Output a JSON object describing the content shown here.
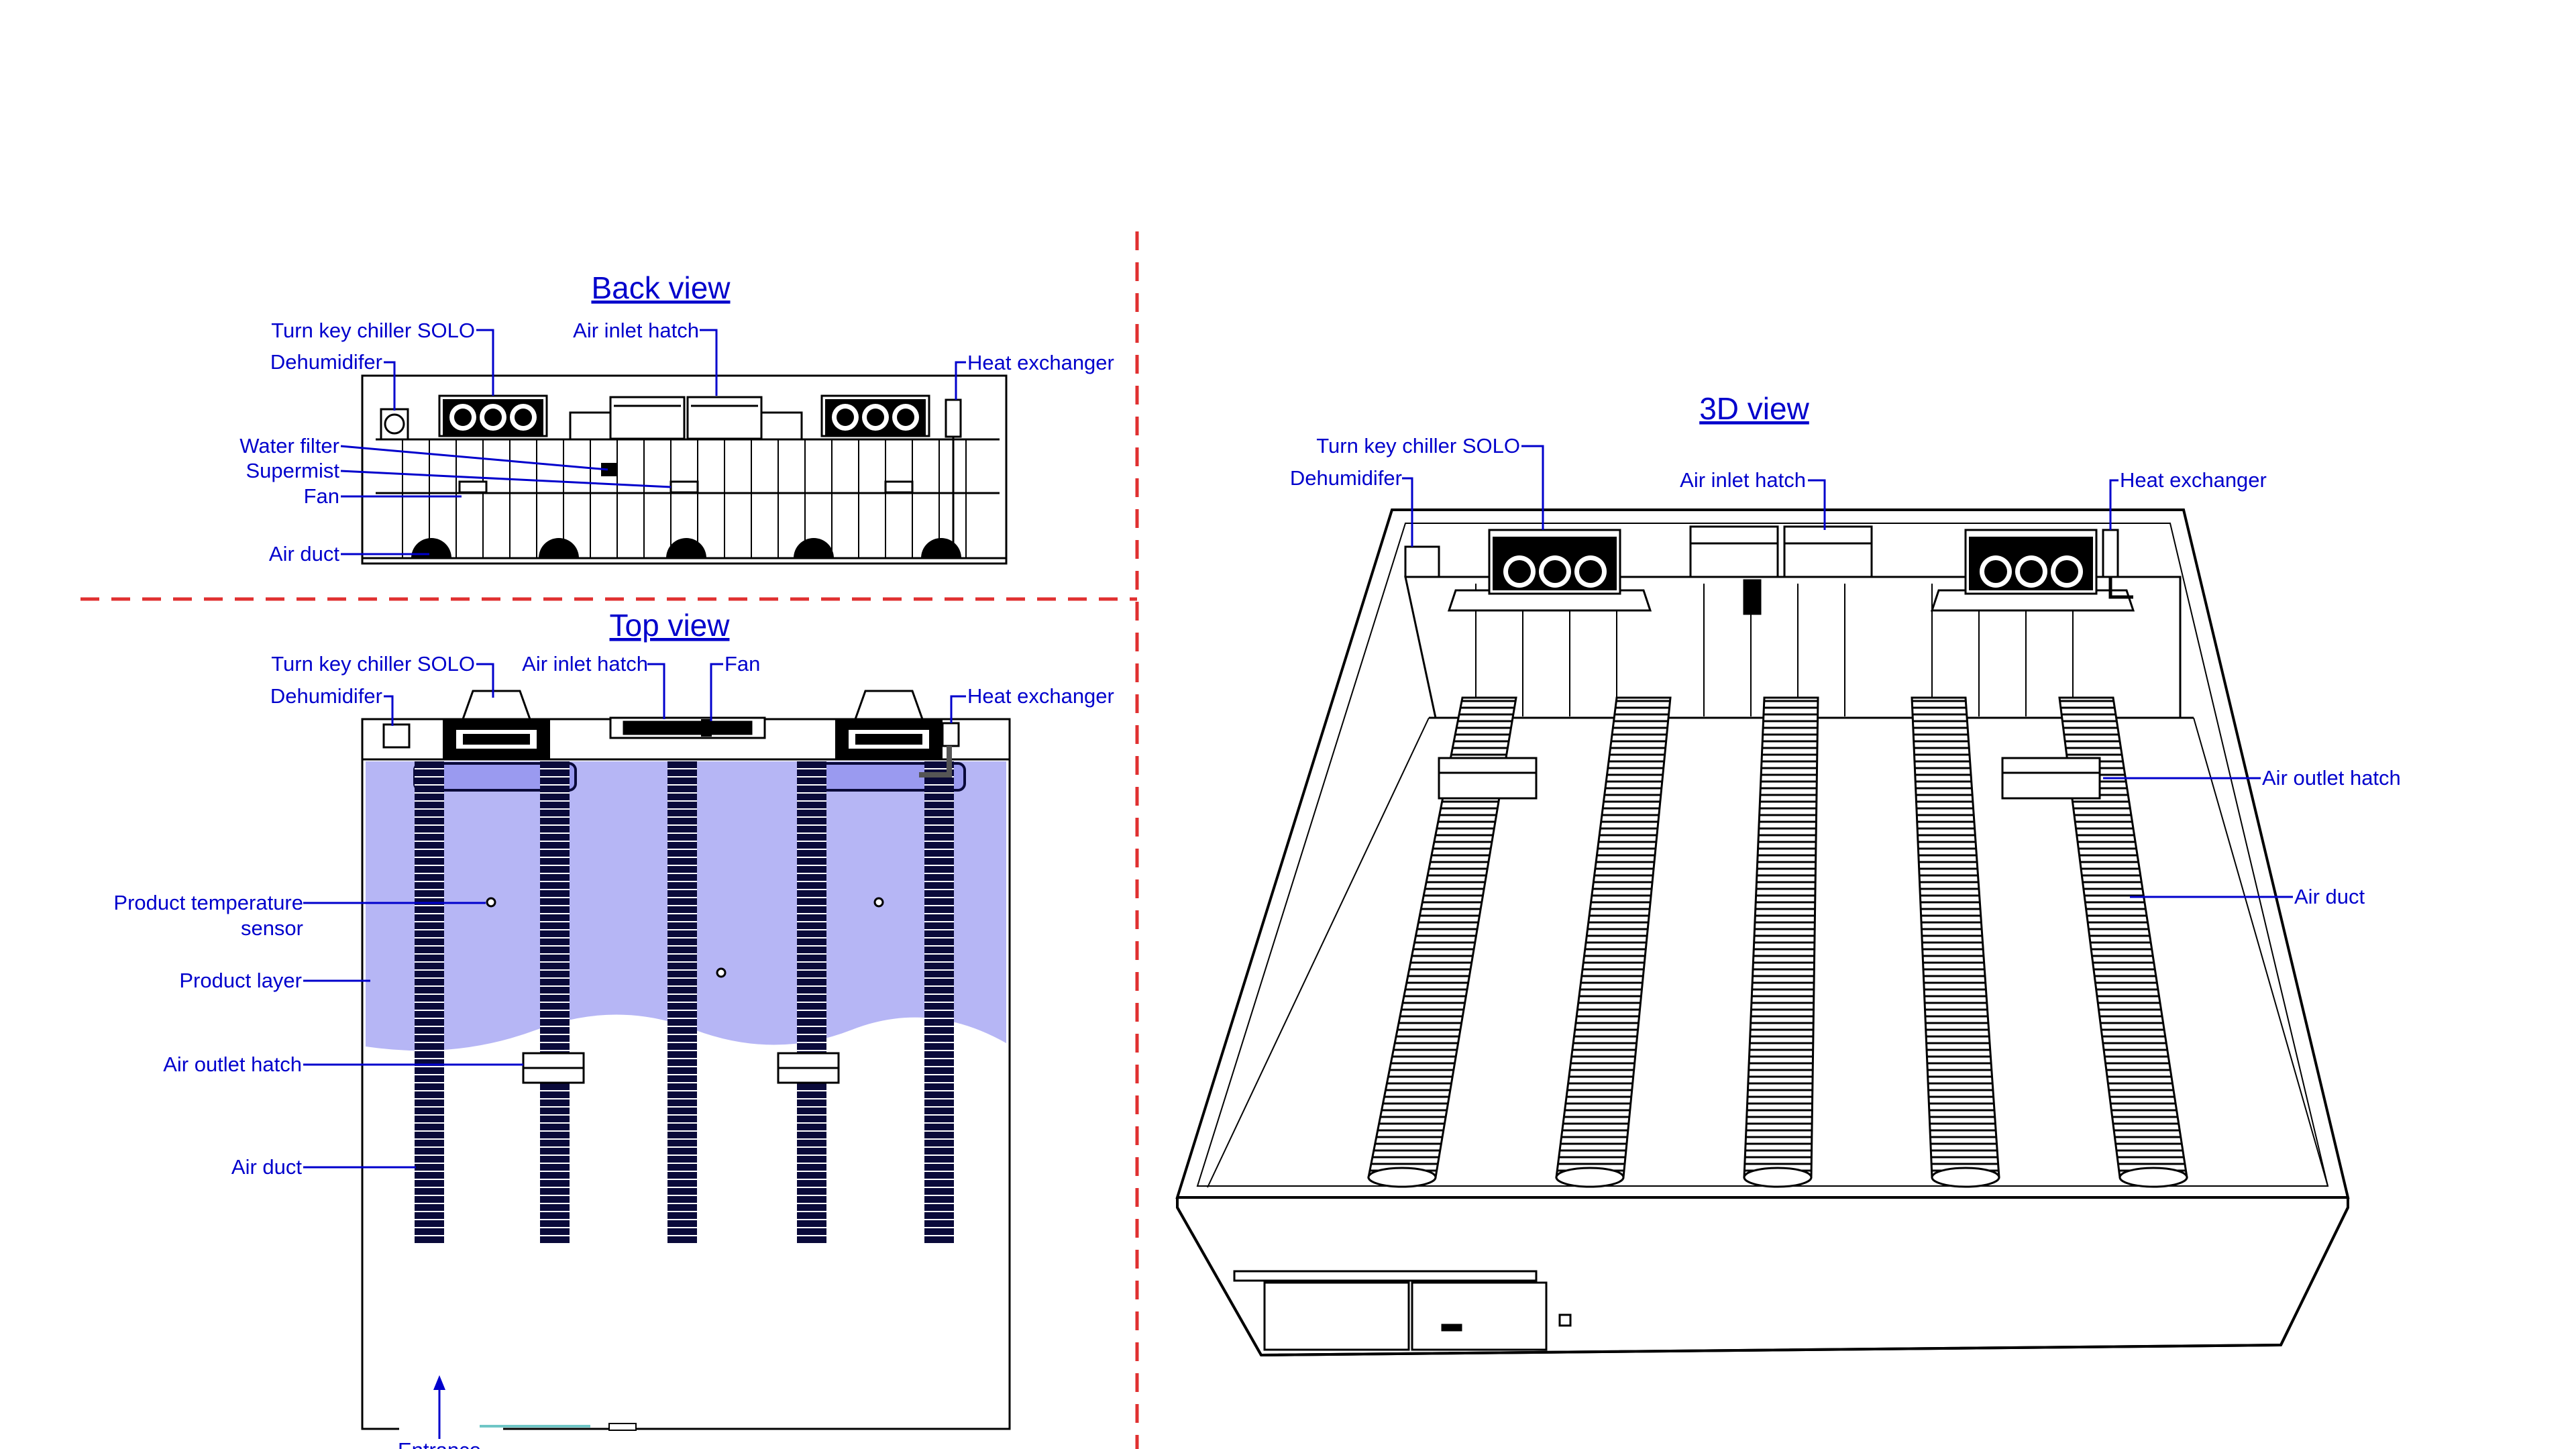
{
  "colors": {
    "label": "#0000cc",
    "line": "#000000",
    "separator": "#e03030",
    "product_fill": "#a9a9f3",
    "duct": "#0a0a3a"
  },
  "back_view": {
    "title": "Back view",
    "labels": {
      "chiller": "Turn key chiller SOLO",
      "dehumidifier": "Dehumidifer",
      "air_inlet": "Air inlet hatch",
      "heat_exchanger": "Heat exchanger",
      "water_filter": "Water filter",
      "supermist": "Supermist",
      "fan": "Fan",
      "air_duct": "Air duct"
    }
  },
  "top_view": {
    "title": "Top view",
    "labels": {
      "chiller": "Turn key chiller SOLO",
      "dehumidifier": "Dehumidifer",
      "air_inlet": "Air inlet hatch",
      "fan": "Fan",
      "heat_exchanger": "Heat exchanger",
      "sensor_line1": "Product temperature",
      "sensor_line2": "sensor",
      "product_layer": "Product layer",
      "air_outlet": "Air outlet hatch",
      "air_duct": "Air duct",
      "entrance": "Entrance"
    }
  },
  "view_3d": {
    "title": "3D view",
    "labels": {
      "chiller": "Turn key chiller SOLO",
      "dehumidifier": "Dehumidifer",
      "air_inlet": "Air inlet hatch",
      "heat_exchanger": "Heat exchanger",
      "air_outlet": "Air outlet hatch",
      "air_duct": "Air duct"
    }
  }
}
